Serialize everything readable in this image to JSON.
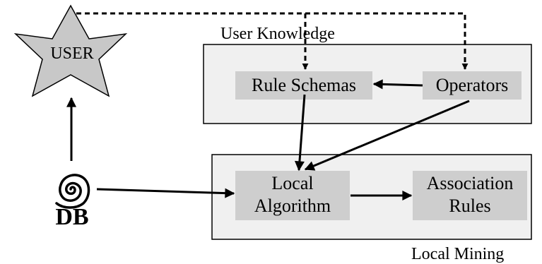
{
  "user": {
    "label": "USER"
  },
  "db": {
    "label": "DB"
  },
  "panels": {
    "user_knowledge": {
      "title": "User Knowledge"
    },
    "local_mining": {
      "title": "Local Mining"
    }
  },
  "nodes": {
    "rule_schemas": "Rule Schemas",
    "operators": "Operators",
    "local_algorithm": [
      "Local",
      "Algorithm"
    ],
    "association_rules": [
      "Association",
      "Rules"
    ]
  },
  "colors": {
    "star_fill": "#c8c8c8",
    "panel_fill": "#f0f0f0",
    "node_fill": "#cecece",
    "stroke": "#000000"
  }
}
